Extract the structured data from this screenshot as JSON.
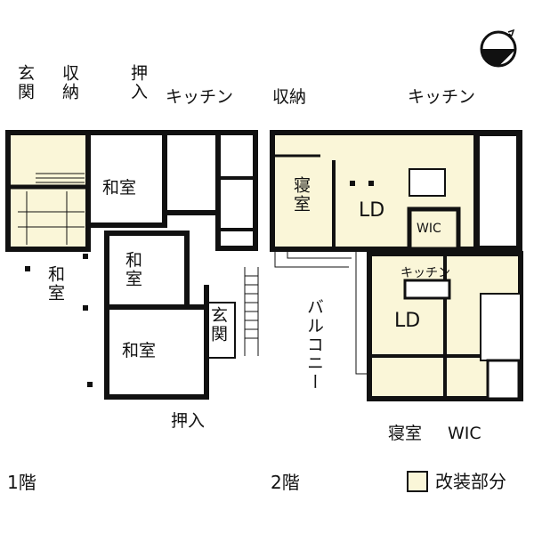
{
  "colors": {
    "renovated_fill": "#faf6d8",
    "wall": "#111111",
    "floor_fill": "#ffffff"
  },
  "floor1": {
    "label": "1階",
    "callouts": {
      "entrance": "玄関",
      "storage": "収納",
      "closet_top": "押入",
      "kitchen": "キッチン",
      "closet_bottom": "押入"
    },
    "rooms": {
      "washitsu_left": "和室",
      "washitsu_top": "和室",
      "washitsu_mid": "和室",
      "washitsu_bottom": "和室",
      "entrance": "玄関"
    }
  },
  "floor2": {
    "label": "2階",
    "callouts": {
      "storage": "収納",
      "kitchen": "キッチン",
      "balcony": "バルコニー",
      "bedroom": "寝室",
      "wic": "WIC"
    },
    "rooms": {
      "bedroom": "寝室",
      "ld_top": "LD",
      "wic": "WIC",
      "kitchen_small": "キッチン",
      "ld_bottom": "LD"
    }
  },
  "legend": {
    "label": "改装部分"
  },
  "compass": {
    "icon": "north-arrow-icon"
  }
}
